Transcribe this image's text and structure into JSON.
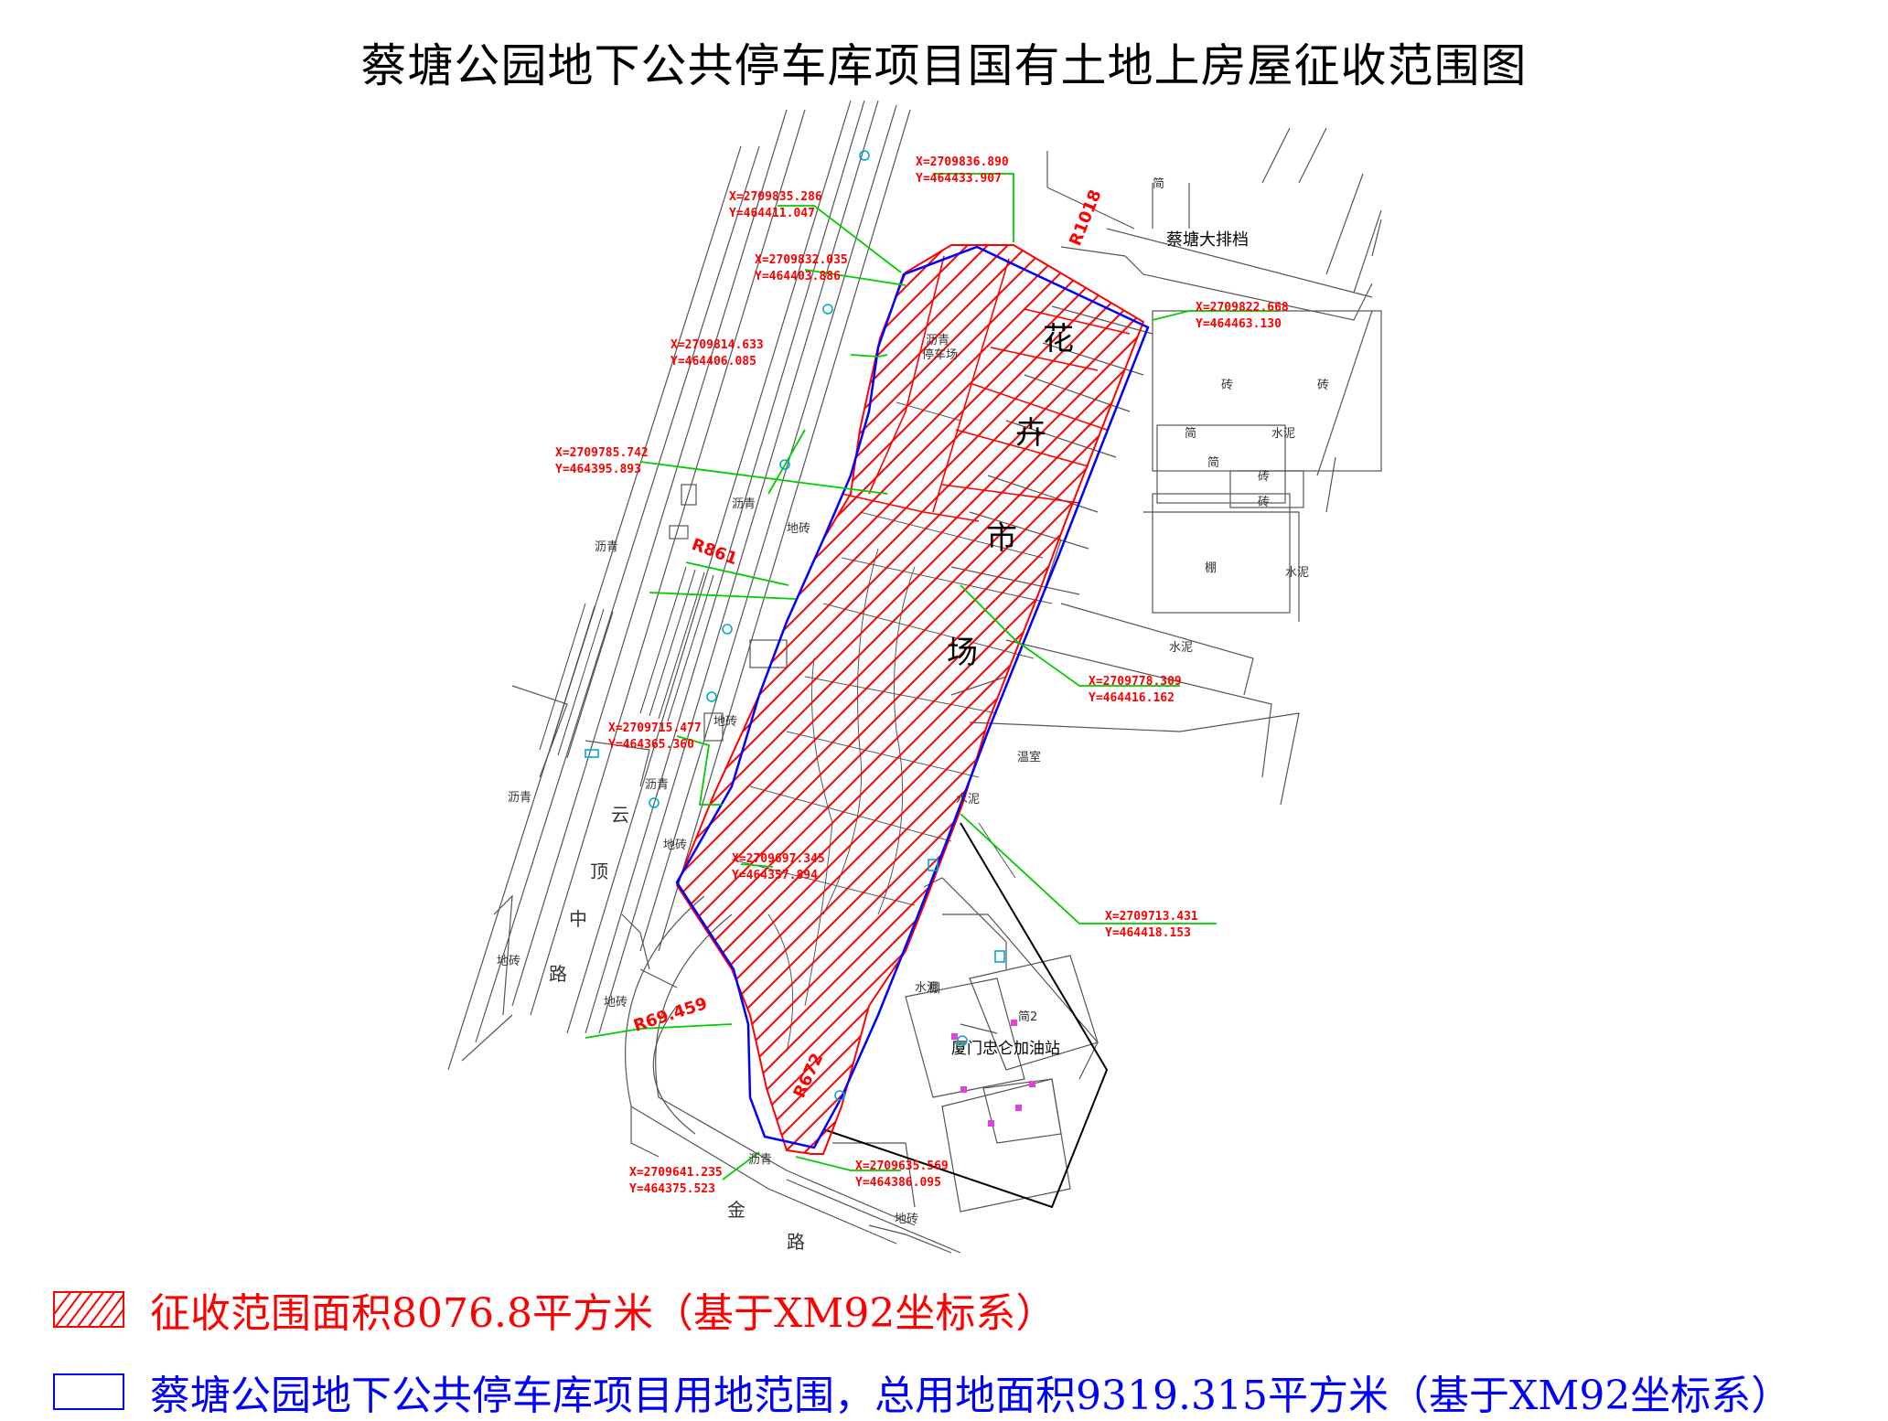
{
  "title": "蔡塘公园地下公共停车库项目国有土地上房屋征收范围图",
  "colors": {
    "expropriation": "#ff0000",
    "boundary": "#0000ff",
    "leader": "#00cc00",
    "cyan": "#00aacc",
    "magenta": "#dd44dd",
    "base": "#555555"
  },
  "coordinates": [
    {
      "x": "X=2709836.890",
      "y": "Y=464433.907"
    },
    {
      "x": "X=2709835.286",
      "y": "Y=464411.047"
    },
    {
      "x": "X=2709832.035",
      "y": "Y=464403.886"
    },
    {
      "x": "X=2709822.668",
      "y": "Y=464463.130"
    },
    {
      "x": "X=2709814.633",
      "y": "Y=464406.085"
    },
    {
      "x": "X=2709785.742",
      "y": "Y=464395.893"
    },
    {
      "x": "X=2709778.309",
      "y": "Y=464416.162"
    },
    {
      "x": "X=2709715.477",
      "y": "Y=464365.360"
    },
    {
      "x": "X=2709697.345",
      "y": "Y=464357.894"
    },
    {
      "x": "X=2709713.431",
      "y": "Y=464418.153"
    },
    {
      "x": "X=2709641.235",
      "y": "Y=464375.523"
    },
    {
      "x": "X=2709635.569",
      "y": "Y=464386.095"
    }
  ],
  "radii": [
    "R1018",
    "R861",
    "R69.459",
    "R672"
  ],
  "market_chars": [
    "花",
    "卉",
    "市",
    "场"
  ],
  "places": {
    "dapaidang": "蔡塘大排档",
    "parking": "停车场",
    "liqing": "沥青",
    "gas_station": "厦门忠仑加油站",
    "greenhouse": "温室",
    "shed": "棚",
    "brick": "砖",
    "concrete": "水泥",
    "ground_brick": "地砖",
    "simple": "简",
    "shed2": "简2"
  },
  "road_chars": [
    "云",
    "顶",
    "中",
    "路"
  ],
  "road2_chars": [
    "金",
    "路"
  ],
  "legend": {
    "expropriation": "征收范围面积8076.8平方米（基于XM92坐标系）",
    "boundary": "蔡塘公园地下公共停车库项目用地范围，总用地面积9319.315平方米（基于XM92坐标系）"
  }
}
